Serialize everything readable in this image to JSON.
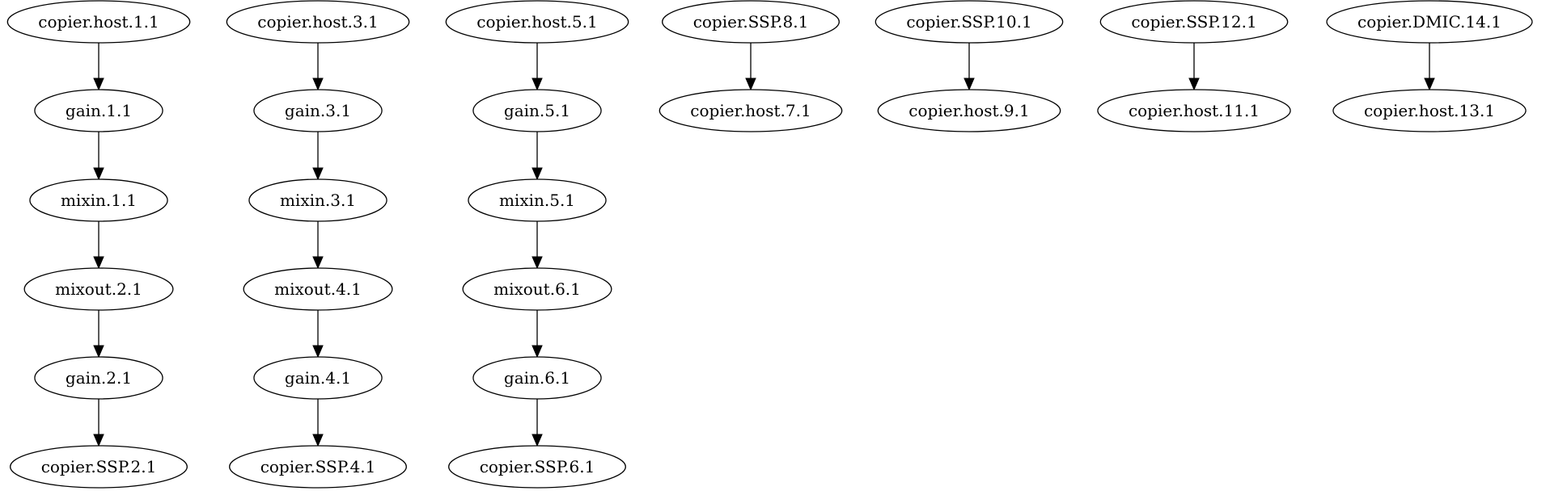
{
  "graph": {
    "columns": [
      {
        "nodes": [
          "copier.host.1.1",
          "gain.1.1",
          "mixin.1.1",
          "mixout.2.1",
          "gain.2.1",
          "copier.SSP.2.1"
        ]
      },
      {
        "nodes": [
          "copier.host.3.1",
          "gain.3.1",
          "mixin.3.1",
          "mixout.4.1",
          "gain.4.1",
          "copier.SSP.4.1"
        ]
      },
      {
        "nodes": [
          "copier.host.5.1",
          "gain.5.1",
          "mixin.5.1",
          "mixout.6.1",
          "gain.6.1",
          "copier.SSP.6.1"
        ]
      },
      {
        "nodes": [
          "copier.SSP.8.1",
          "copier.host.7.1"
        ]
      },
      {
        "nodes": [
          "copier.SSP.10.1",
          "copier.host.9.1"
        ]
      },
      {
        "nodes": [
          "copier.SSP.12.1",
          "copier.host.11.1"
        ]
      },
      {
        "nodes": [
          "copier.DMIC.14.1",
          "copier.host.13.1"
        ]
      }
    ]
  }
}
